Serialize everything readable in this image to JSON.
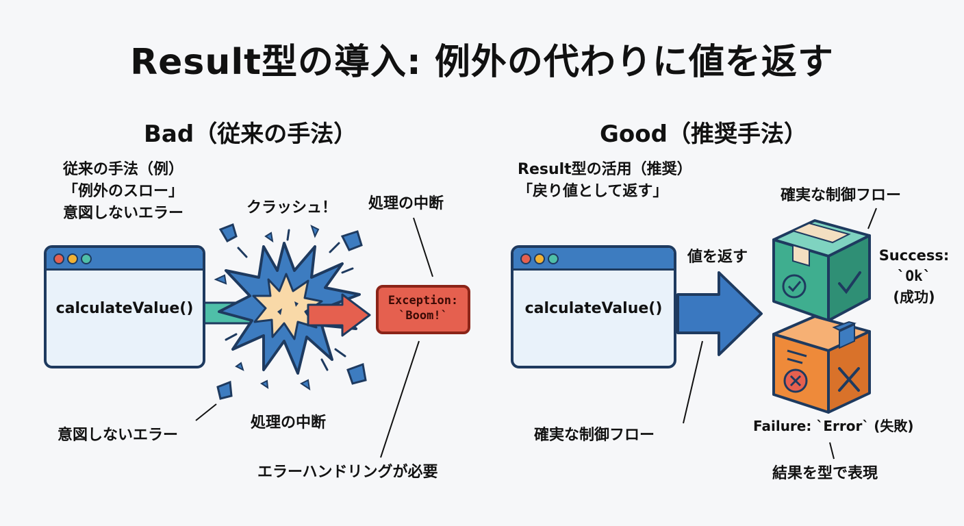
{
  "title": "Result型の導入: 例外の代わりに値を返す",
  "bad": {
    "heading": "Bad（従来の手法）",
    "caption_1": "従来の手法（例）",
    "caption_2": "「例外のスロー」",
    "caption_3": "意図しないエラー",
    "function_name": "calculateValue()",
    "crash_label": "クラッシュ！",
    "interrupt_top": "処理の中断",
    "exception_line1": "Exception:",
    "exception_line2": "`Boom!`",
    "unintended_error": "意図しないエラー",
    "interrupt_bottom": "処理の中断",
    "handling_needed": "エラーハンドリングが必要"
  },
  "good": {
    "heading": "Good（推奨手法）",
    "caption_1": "Result型の活用（推奨）",
    "caption_2": "「戻り値として返す」",
    "function_name": "calculateValue()",
    "return_value": "値を返す",
    "control_flow_top": "確実な制御フロー",
    "success_line1": "Success:",
    "success_line2": "`Ok`",
    "success_line3": "(成功)",
    "failure": "Failure: `Error` (失敗)",
    "control_flow_bottom": "確実な制御フロー",
    "type_result": "結果を型で表現"
  },
  "colors": {
    "window_bar": "#3d7cc0",
    "window_body": "#e9f2fa",
    "outline": "#1e3a5f",
    "teal_arrow": "#4fbfa8",
    "red_arrow": "#e5604f",
    "blue_arrow": "#3a78c0",
    "explosion": "#3d7cc0",
    "explosion_core": "#f9d9a8",
    "success_box": "#3fae8f",
    "failure_box": "#ee8a3a",
    "dot_red": "#e5604f",
    "dot_yellow": "#f2b233",
    "dot_green": "#4fbfa8"
  },
  "icons": {
    "crash": "explosion-icon",
    "success": "check-box-icon",
    "failure": "cross-box-icon"
  }
}
